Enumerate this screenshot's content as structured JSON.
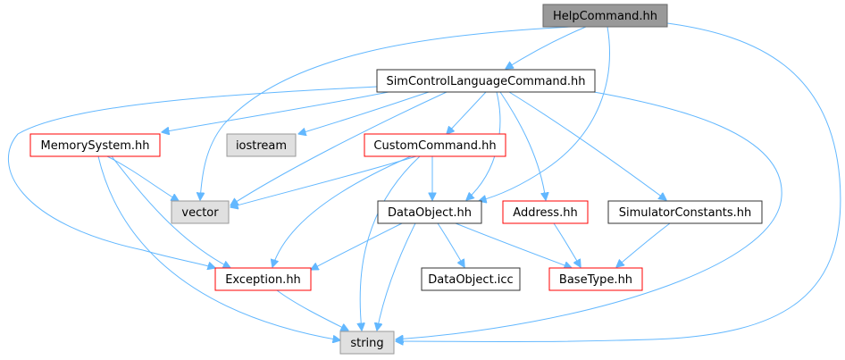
{
  "diagram": {
    "nodes": [
      {
        "id": "helpcommand",
        "label": "HelpCommand.hh",
        "style": "root"
      },
      {
        "id": "simcontrol",
        "label": "SimControlLanguageCommand.hh",
        "style": "plain"
      },
      {
        "id": "memorysystem",
        "label": "MemorySystem.hh",
        "style": "red"
      },
      {
        "id": "iostream",
        "label": "iostream",
        "style": "external"
      },
      {
        "id": "customcommand",
        "label": "CustomCommand.hh",
        "style": "red"
      },
      {
        "id": "vector",
        "label": "vector",
        "style": "external"
      },
      {
        "id": "dataobject",
        "label": "DataObject.hh",
        "style": "plain"
      },
      {
        "id": "address",
        "label": "Address.hh",
        "style": "red"
      },
      {
        "id": "simulatorconstants",
        "label": "SimulatorConstants.hh",
        "style": "plain"
      },
      {
        "id": "exception",
        "label": "Exception.hh",
        "style": "red"
      },
      {
        "id": "dataobjecticc",
        "label": "DataObject.icc",
        "style": "plain"
      },
      {
        "id": "basetype",
        "label": "BaseType.hh",
        "style": "red"
      },
      {
        "id": "string",
        "label": "string",
        "style": "external"
      }
    ],
    "edges": [
      [
        "helpcommand",
        "simcontrol"
      ],
      [
        "helpcommand",
        "vector"
      ],
      [
        "helpcommand",
        "dataobject"
      ],
      [
        "helpcommand",
        "string"
      ],
      [
        "simcontrol",
        "memorysystem"
      ],
      [
        "simcontrol",
        "iostream"
      ],
      [
        "simcontrol",
        "customcommand"
      ],
      [
        "simcontrol",
        "vector"
      ],
      [
        "simcontrol",
        "dataobject"
      ],
      [
        "simcontrol",
        "address"
      ],
      [
        "simcontrol",
        "simulatorconstants"
      ],
      [
        "simcontrol",
        "exception"
      ],
      [
        "simcontrol",
        "string"
      ],
      [
        "memorysystem",
        "vector"
      ],
      [
        "memorysystem",
        "exception"
      ],
      [
        "memorysystem",
        "string"
      ],
      [
        "customcommand",
        "vector"
      ],
      [
        "customcommand",
        "dataobject"
      ],
      [
        "customcommand",
        "exception"
      ],
      [
        "customcommand",
        "string"
      ],
      [
        "dataobject",
        "exception"
      ],
      [
        "dataobject",
        "dataobjecticc"
      ],
      [
        "dataobject",
        "basetype"
      ],
      [
        "dataobject",
        "string"
      ],
      [
        "address",
        "basetype"
      ],
      [
        "simulatorconstants",
        "basetype"
      ],
      [
        "exception",
        "string"
      ]
    ],
    "colors": {
      "edge": "#63b8ff",
      "root_fill": "#999999",
      "root_border": "#666666",
      "plain_fill": "#ffffff",
      "plain_border": "#333333",
      "red_fill": "#ffffff",
      "red_border": "#ff0000",
      "external_fill": "#e0e0e0",
      "external_border": "#999999"
    }
  }
}
